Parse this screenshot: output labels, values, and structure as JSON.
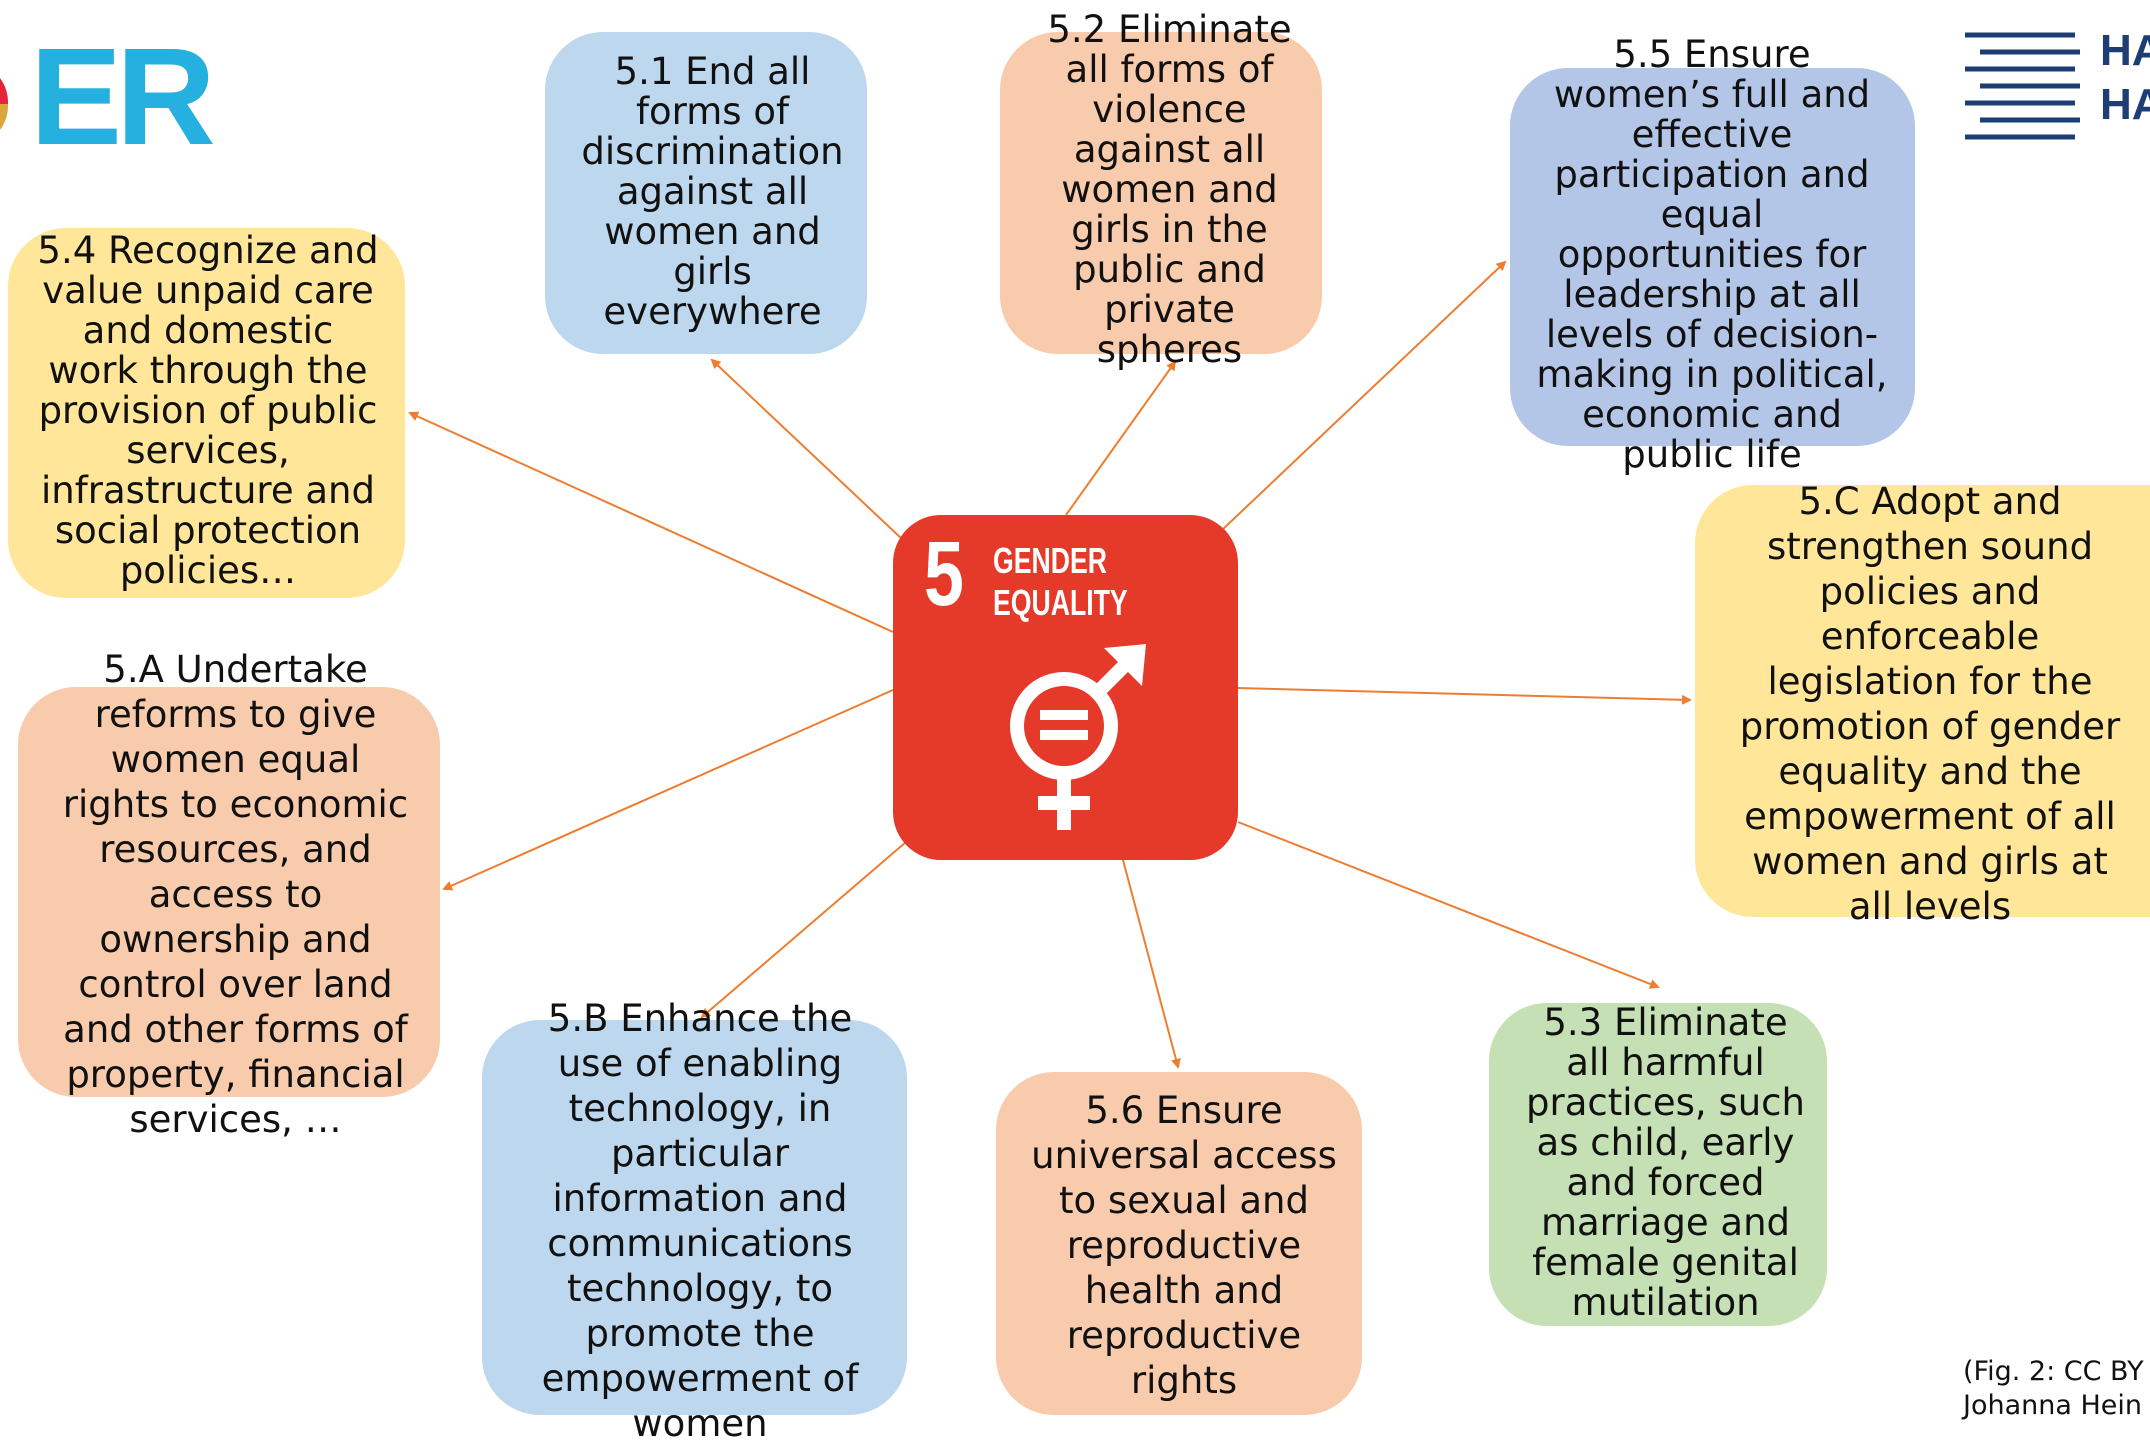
{
  "colors": {
    "blue_box": "#BDD7EE",
    "peach_box": "#F8CBAD",
    "yellow_box": "#FFE699",
    "periwinkle_box": "#B4C6E7",
    "green_box": "#C5E0B4",
    "center_tile": "#E5392A",
    "arrow": "#ED7D31",
    "logo_left": "#25B0DF",
    "logo_right": "#1D3E74"
  },
  "center": {
    "number": "5",
    "title": "GENDER\nEQUALITY",
    "icon": "gender-equality-icon"
  },
  "targets": {
    "t5_1": "5.1  End all\nforms of\ndiscrimination\nagainst all\nwomen and\ngirls\neverywhere",
    "t5_2": "5.2  Eliminate\nall forms of\nviolence\nagainst all\nwomen and\ngirls in the\npublic and\nprivate\nspheres",
    "t5_5": "5.5 Ensure\nwomen’s full and\neffective\nparticipation and\nequal\nopportunities for\nleadership at all\nlevels of decision-\nmaking in political,\neconomic and\npublic life",
    "t5_4": "5.4 Recognize and\nvalue unpaid care\nand domestic\nwork through the\nprovision of public\nservices,\ninfrastructure and\nsocial protection\npolicies…",
    "t5_C": "5.C Adopt and\nstrengthen sound\npolicies and\nenforceable\nlegislation for the\npromotion of gender\nequality and the\nempowerment of all\nwomen and girls at\nall levels",
    "t5_A": "5.A Undertake\nreforms to give\nwomen equal\nrights to economic\nresources, and\naccess to\nownership and\ncontrol over land\nand other forms of\nproperty, financial\nservices, …",
    "t5_B": "5.B Enhance the\nuse of enabling\ntechnology, in\nparticular\ninformation and\ncommunications\ntechnology, to\npromote the\nempowerment of\nwomen",
    "t5_6": "5.6 Ensure\nuniversal access\nto sexual and\nreproductive\nhealth and\nreproductive\nrights",
    "t5_3": "5.3 Eliminate\nall harmful\npractices, such\nas child, early\nand forced\nmarriage and\nfemale genital\nmutilation"
  },
  "logos": {
    "left_text": "ER",
    "right_text": "HA\nHA"
  },
  "credit": "(Fig. 2: CC BY\nJohanna Hein"
}
